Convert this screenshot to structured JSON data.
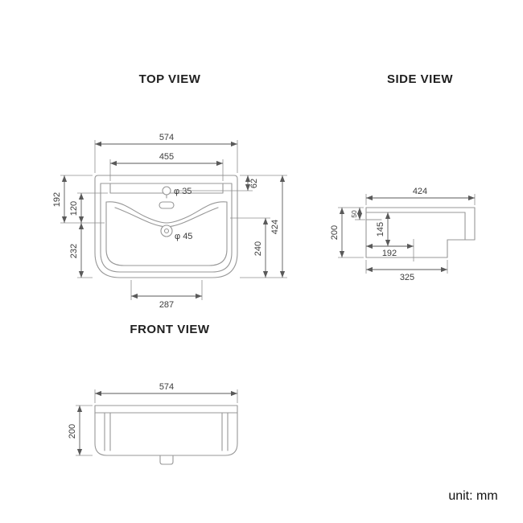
{
  "page": {
    "unit_label": "unit: mm",
    "colors": {
      "object_line": "#979797",
      "dimension_line": "#5a5a5a",
      "text": "#3c3c3c",
      "title": "#1f1f1f"
    }
  },
  "views": {
    "top": {
      "title": "TOP VIEW",
      "dims": {
        "overall_width": "574",
        "deck_width": "455",
        "back_to_bowl": "192",
        "deck_to_bowl": "120",
        "bowl_to_front": "232",
        "top_to_faucet": "62",
        "bowl_depth": "240",
        "overall_depth": "424",
        "bottom_width": "287",
        "faucet_hole": "φ 35",
        "drain_hole": "φ 45"
      }
    },
    "side": {
      "title": "SIDE VIEW",
      "dims": {
        "overall_depth": "424",
        "height": "200",
        "rim_drop": "50",
        "inner_depth": "145",
        "drain_offset": "192",
        "base_depth": "325"
      }
    },
    "front": {
      "title": "FRONT VIEW",
      "dims": {
        "overall_width": "574",
        "height": "200"
      }
    }
  }
}
